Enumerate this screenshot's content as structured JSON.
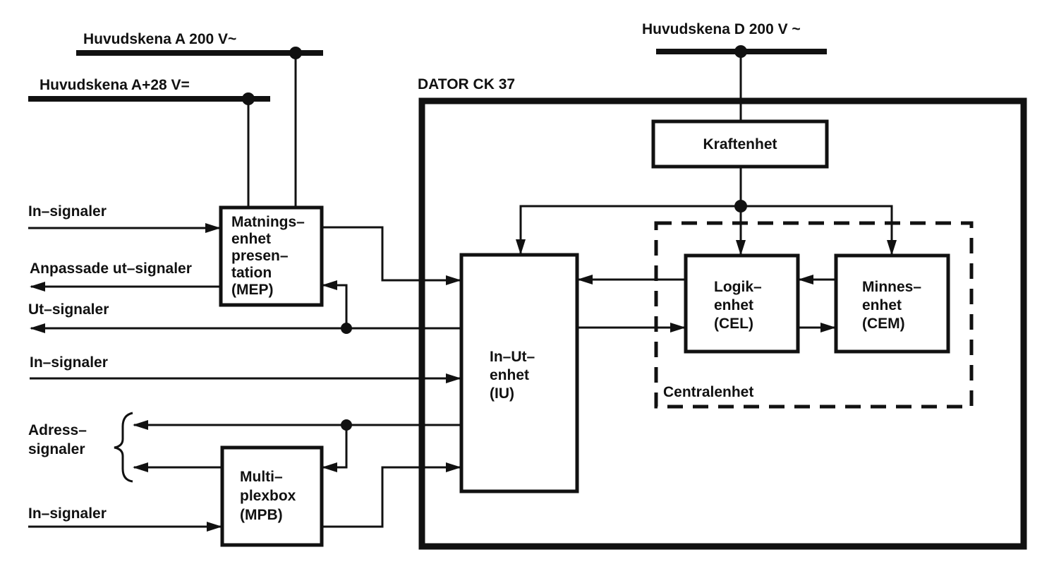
{
  "buses": {
    "a200": "Huvudskena A 200 V~",
    "a28": "Huvudskena A+28 V=",
    "d200": "Huvudskena  D  200 V ~"
  },
  "computer_title": "DATOR CK 37",
  "central_unit_label": "Centralenhet",
  "blocks": {
    "kraft": [
      "Kraftenhet"
    ],
    "mep": [
      "Matnings–",
      "enhet",
      "presen–",
      "tation",
      "(MEP)"
    ],
    "iu": [
      "In–Ut–",
      "enhet",
      "(IU)"
    ],
    "cel": [
      "Logik–",
      "enhet",
      "(CEL)"
    ],
    "cem": [
      "Minnes–",
      "enhet",
      "(CEM)"
    ],
    "mpb": [
      "Multi–",
      "plexbox",
      "(MPB)"
    ]
  },
  "signals": {
    "in1": "In–signaler",
    "anpassade": "Anpassade ut–signaler",
    "ut": "Ut–signaler",
    "in2": "In–signaler",
    "adress": [
      "Adress–",
      "signaler"
    ],
    "in3": "In–signaler"
  },
  "colors": {
    "ink": "#111111",
    "paper": "#ffffff"
  }
}
